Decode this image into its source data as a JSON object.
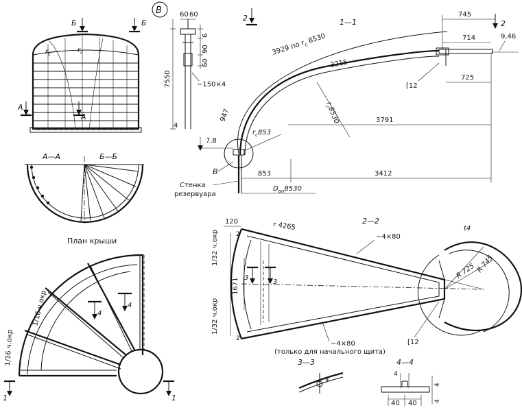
{
  "detail_marker": "В",
  "tank": {
    "section_b1": "Б",
    "section_b2": "Б",
    "section_a1": "А",
    "section_a2": "А",
    "rc_left": "r",
    "rc_right": "r",
    "rc_sub": "c"
  },
  "plan": {
    "label_aa": "А—А",
    "label_bb": "Б—Б",
    "caption": "План крыши"
  },
  "detail_v": {
    "dim_60a": "60",
    "dim_60b": "60",
    "dim_6": "6",
    "dim_90": "90",
    "dim_60c": "60",
    "plate": "−150×4",
    "height": "7550",
    "dim_4": "4"
  },
  "section_11": {
    "title": "1—1",
    "marker_2": "2",
    "dim_745": "745",
    "dim_714": "714",
    "dim_946": "9,46",
    "arc_len": "3929 по r",
    "arc_len_sub": "c",
    "arc_len_val": "8530",
    "dim_3215": "3215",
    "channel": "[12",
    "dim_725": "725",
    "radius_big": "r",
    "radius_big_sub": "c",
    "radius_big_val": "8530",
    "dim_947": "947",
    "dim_3791": "3791",
    "dim_78": "7,8",
    "radius_small": "r",
    "radius_small_sub": "c",
    "radius_small_val": "853",
    "marker_v": "В",
    "dim_853": "853",
    "dim_3412": "3412",
    "wall_line1": "Стенка",
    "wall_line2": "резервуара",
    "diam": "D",
    "diam_sub": "вн",
    "diam_val": "8530"
  },
  "section_22": {
    "title": "2—2",
    "dim_120": "120",
    "radius": "r 4265",
    "strip_top": "−4×80",
    "label_t4": "t4",
    "r745": "R 745",
    "r725": "R 725",
    "dim_1671": "1671",
    "left_top": "1/32 ч.окр",
    "left_bottom": "1/32 ч.окр",
    "dim_2a": "2",
    "dim_2b": "2",
    "marker_3a": "3",
    "marker_3b": "3",
    "strip_bottom": "−4×80",
    "note": "(только для начального щита)",
    "channel": "[12"
  },
  "section_33": {
    "title": "3—3",
    "dim_4": "4"
  },
  "section_44": {
    "title": "4—4",
    "dim_4a": "4",
    "dim_4b": "4",
    "dim_4c": "4",
    "dim_40a": "40",
    "dim_40b": "40"
  },
  "roof_plan": {
    "label_16a": "1/16 ч.окр",
    "label_16b": "1/16 ч.окр",
    "marker_1a": "1",
    "marker_1b": "1",
    "marker_4a": "4",
    "marker_4b": "4"
  }
}
